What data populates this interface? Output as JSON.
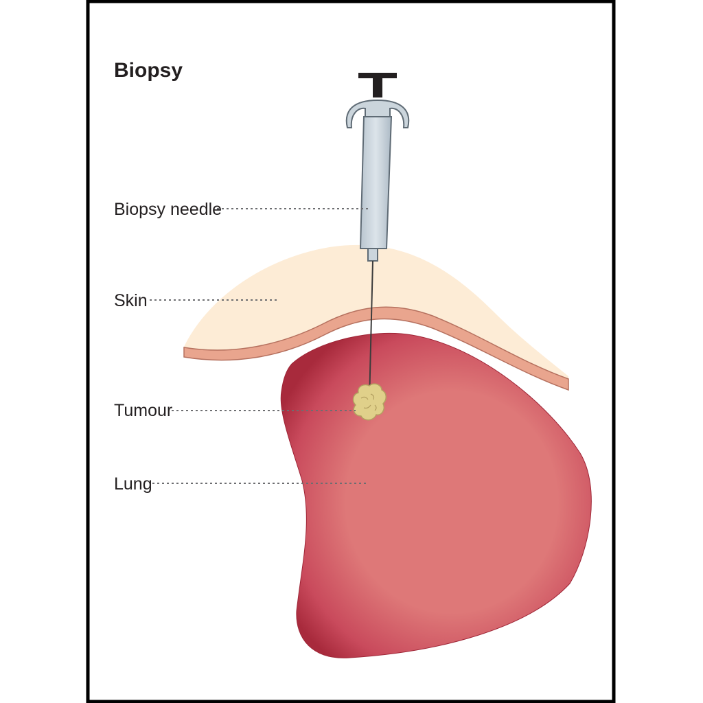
{
  "figure": {
    "title": "Biopsy",
    "labels": {
      "needle": "Biopsy needle",
      "skin": "Skin",
      "tumour": "Tumour",
      "lung": "Lung"
    }
  },
  "colors": {
    "frame": "#000000",
    "skin": "#fdecd6",
    "skin_edge": "#d48a78",
    "lung": "#de7878",
    "lung_edge": "#a82a3c",
    "tumour": "#e0d08a",
    "needle_body": "#cbd5dc",
    "plunger": "#231f20"
  }
}
